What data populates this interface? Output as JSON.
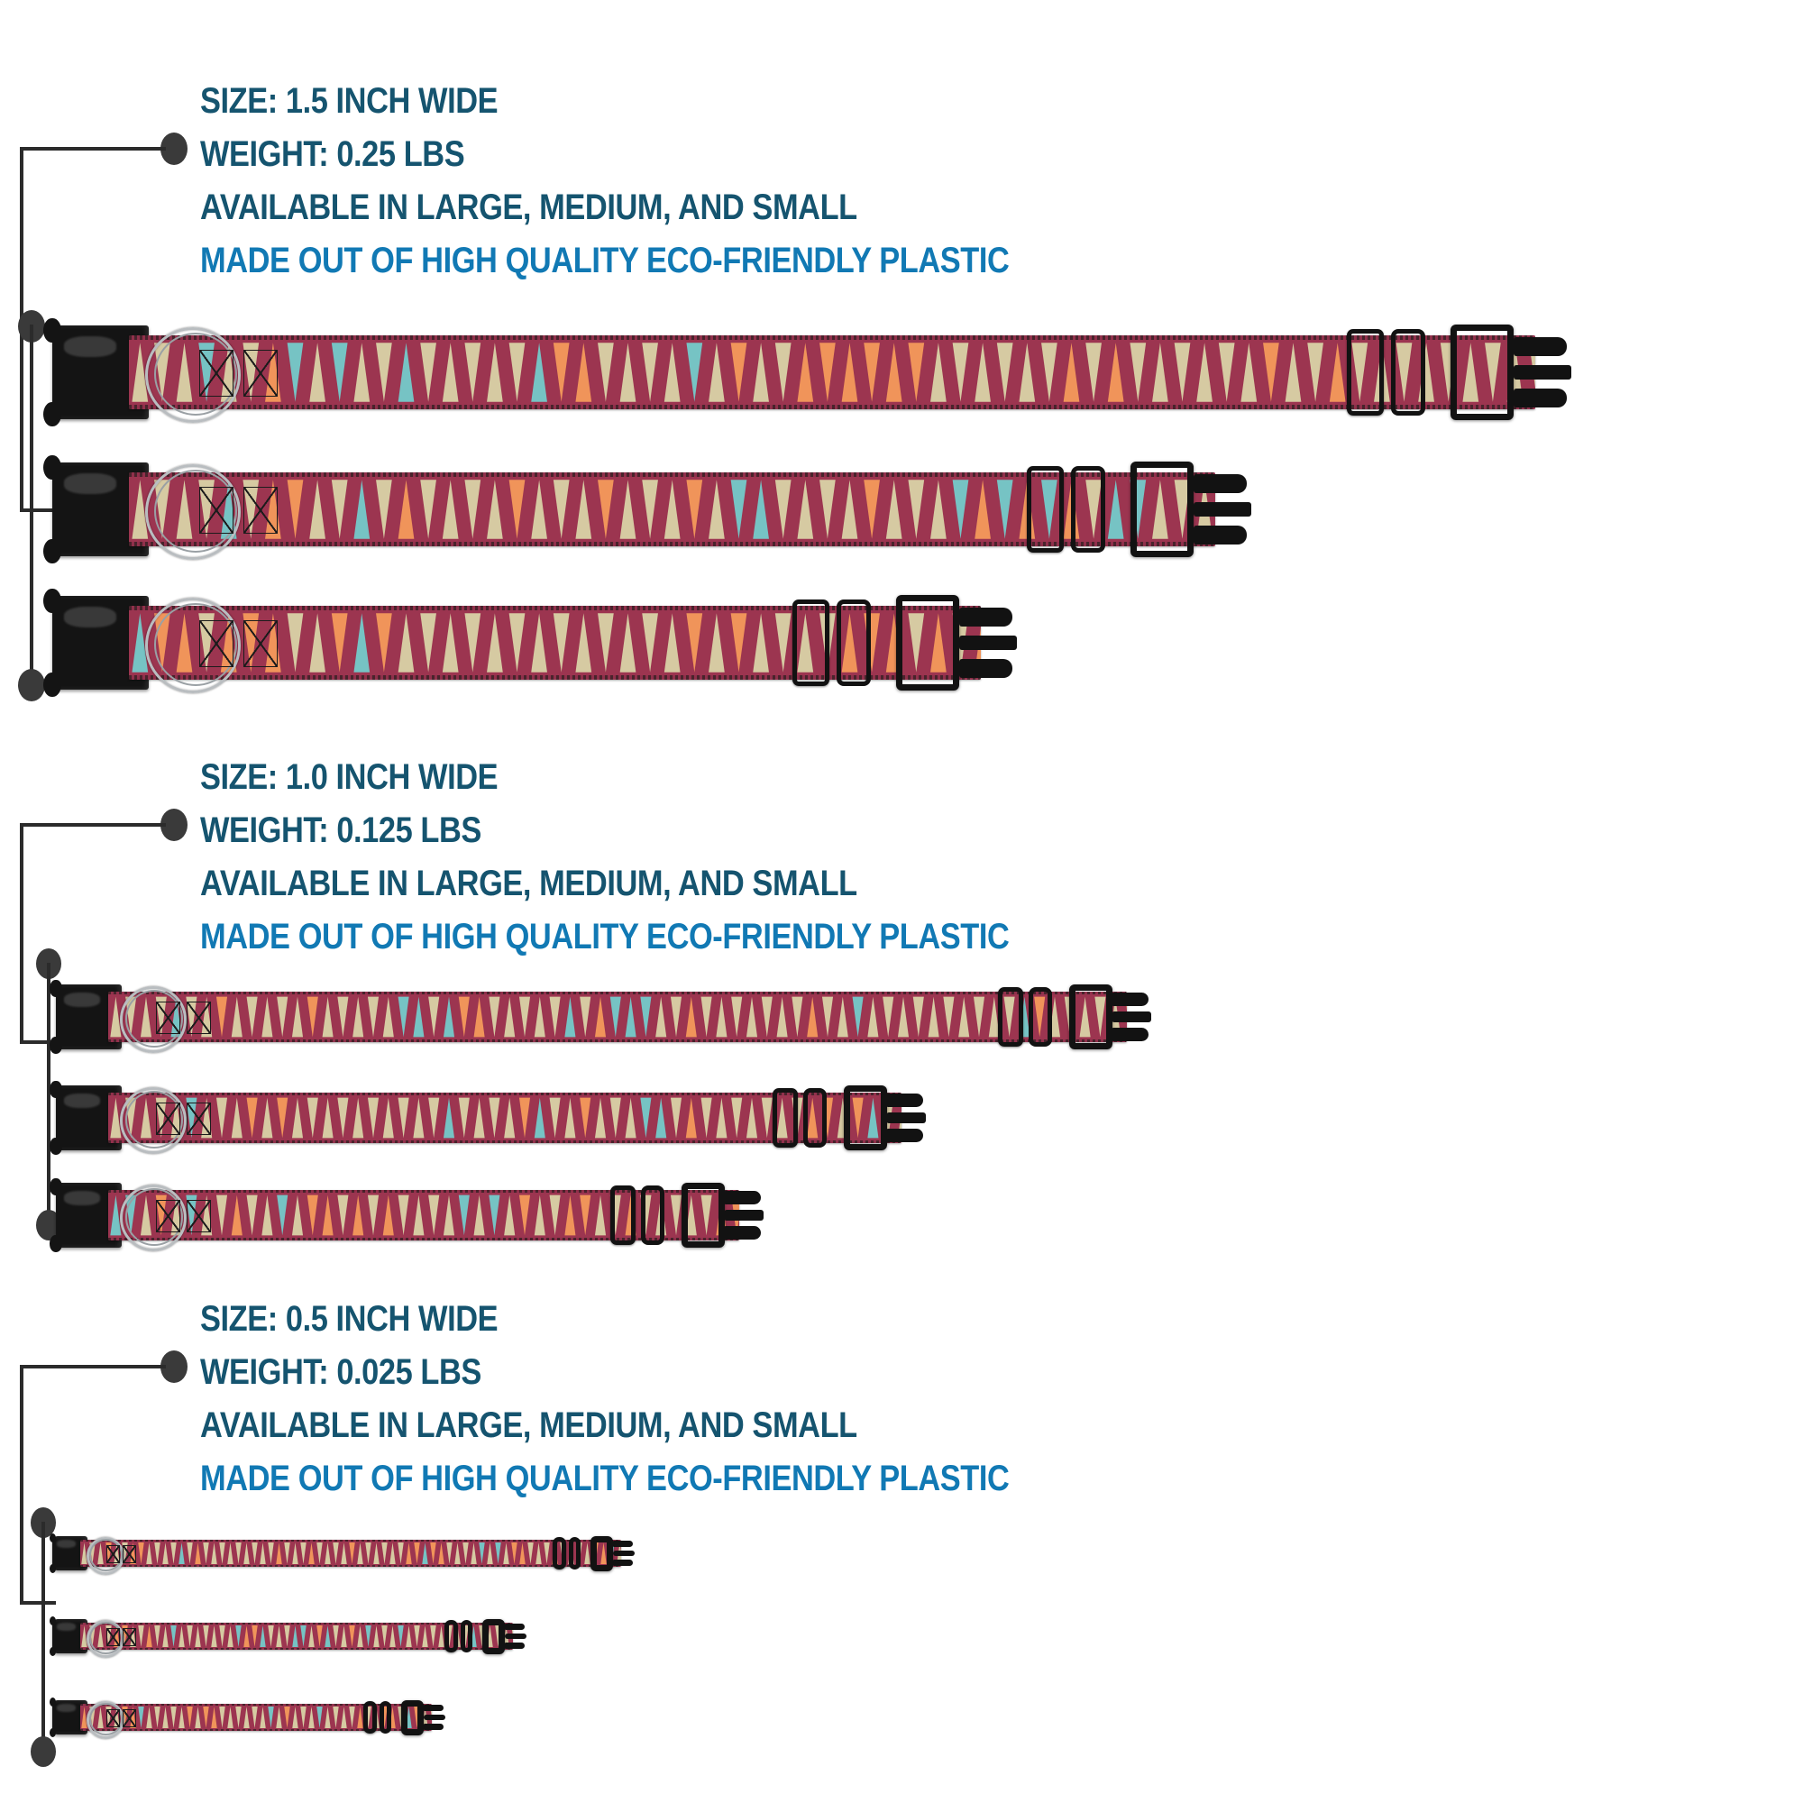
{
  "page": {
    "background": "#ffffff",
    "text_color_dark": "#15546f",
    "text_color_bright": "#1179b4",
    "leader_color": "#2b2b2b"
  },
  "palette": {
    "strap_background": "#9c3550",
    "triangle_tan": "#d6caa2",
    "triangle_orange": "#f0945a",
    "triangle_teal": "#76c3c4",
    "hardware_black": "#141414",
    "dring_silver": "#b9bdc0"
  },
  "sections": [
    {
      "id": "size-1-5",
      "lines": [
        {
          "text": "SIZE: 1.5 INCH WIDE",
          "style": "dark"
        },
        {
          "text": "WEIGHT: 0.25 LBS",
          "style": "dark"
        },
        {
          "text": "AVAILABLE IN LARGE, MEDIUM, AND SMALL",
          "style": "dark"
        },
        {
          "text": "MADE OUT OF HIGH QUALITY ECO-FRIENDLY PLASTIC",
          "style": "bright"
        }
      ],
      "size_label": "1.5 INCH WIDE",
      "weight_label": "0.25 LBS",
      "collars": [
        {
          "name": "large",
          "length": 1560
        },
        {
          "name": "medium",
          "length": 1205
        },
        {
          "name": "small",
          "length": 945
        }
      ]
    },
    {
      "id": "size-1-0",
      "lines": [
        {
          "text": "SIZE: 1.0 INCH WIDE",
          "style": "dark"
        },
        {
          "text": "WEIGHT: 0.125 LBS",
          "style": "dark"
        },
        {
          "text": "AVAILABLE IN LARGE, MEDIUM, AND SMALL",
          "style": "dark"
        },
        {
          "text": "MADE OUT OF HIGH QUALITY ECO-FRIENDLY PLASTIC",
          "style": "bright"
        }
      ],
      "size_label": "1.0 INCH WIDE",
      "weight_label": "0.125 LBS",
      "collars": [
        {
          "name": "large",
          "length": 1130
        },
        {
          "name": "medium",
          "length": 880
        },
        {
          "name": "small",
          "length": 700
        }
      ]
    },
    {
      "id": "size-0-5",
      "lines": [
        {
          "text": "SIZE: 0.5 INCH WIDE",
          "style": "dark"
        },
        {
          "text": "WEIGHT: 0.025 LBS",
          "style": "dark"
        },
        {
          "text": "AVAILABLE IN LARGE, MEDIUM, AND SMALL",
          "style": "dark"
        },
        {
          "text": "MADE OUT OF HIGH QUALITY ECO-FRIENDLY PLASTIC",
          "style": "bright"
        }
      ],
      "size_label": "0.5 INCH WIDE",
      "weight_label": "0.025 LBS",
      "collars": [
        {
          "name": "large",
          "length": 600
        },
        {
          "name": "medium",
          "length": 480
        },
        {
          "name": "small",
          "length": 390
        }
      ]
    }
  ],
  "s0": {
    "l0": "SIZE: 1.5 INCH WIDE",
    "l1": "WEIGHT: 0.25 LBS",
    "l2": "AVAILABLE IN LARGE, MEDIUM, AND SMALL",
    "l3": "MADE OUT OF HIGH QUALITY ECO-FRIENDLY PLASTIC"
  },
  "s1": {
    "l0": "SIZE: 1.0 INCH WIDE",
    "l1": "WEIGHT: 0.125 LBS",
    "l2": "AVAILABLE IN LARGE, MEDIUM, AND SMALL",
    "l3": "MADE OUT OF HIGH QUALITY ECO-FRIENDLY PLASTIC"
  },
  "s2": {
    "l0": "SIZE: 0.5 INCH WIDE",
    "l1": "WEIGHT: 0.025 LBS",
    "l2": "AVAILABLE IN LARGE, MEDIUM, AND SMALL",
    "l3": "MADE OUT OF HIGH QUALITY ECO-FRIENDLY PLASTIC"
  }
}
